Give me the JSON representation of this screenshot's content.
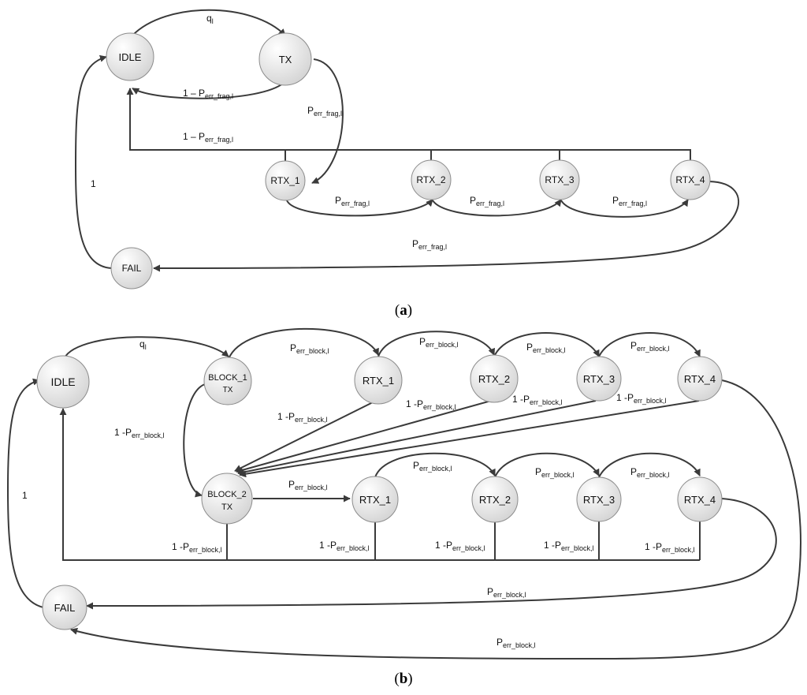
{
  "diagram_a": {
    "caption_open": "(",
    "caption_letter": "a",
    "caption_close": ")",
    "nodes": {
      "idle": "IDLE",
      "tx": "TX",
      "rtx1": "RTX_1",
      "rtx2": "RTX_2",
      "rtx3": "RTX_3",
      "rtx4": "RTX_4",
      "fail": "FAIL"
    },
    "labels": {
      "q_main": "q",
      "q_sub": "l",
      "one_minus": "1 – P",
      "one": "1",
      "p": "P",
      "frag_sub": "err_frag,l"
    }
  },
  "diagram_b": {
    "caption_open": "(",
    "caption_letter": "b",
    "caption_close": ")",
    "nodes": {
      "idle": "IDLE",
      "block1_line1": "BLOCK_1",
      "block1_line2": "TX",
      "block2_line1": "BLOCK_2",
      "block2_line2": "TX",
      "rtx1": "RTX_1",
      "rtx2": "RTX_2",
      "rtx3": "RTX_3",
      "rtx4": "RTX_4",
      "fail": "FAIL"
    },
    "labels": {
      "q_main": "q",
      "q_sub": "l",
      "one_minus": "1 -P",
      "one": "1",
      "p": "P",
      "block_sub": "err_block,l"
    }
  },
  "colors": {
    "edge": "#3a3a3a",
    "node_fill_light": "#ffffff",
    "node_fill_dark": "#d4d4d4",
    "node_stroke": "#8c8c8c"
  }
}
